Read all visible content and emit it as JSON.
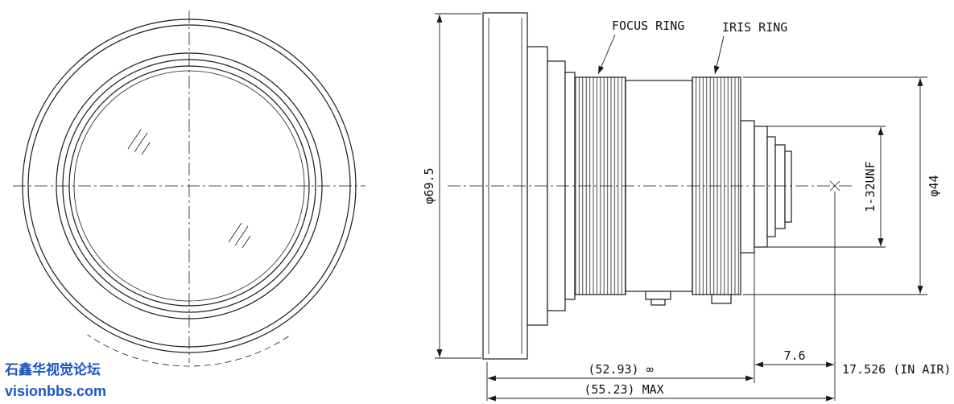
{
  "labels": {
    "focus_ring": "FOCUS RING",
    "iris_ring": "IRIS RING"
  },
  "dimensions": {
    "front_diameter": "φ69.5",
    "barrel_diameter": "φ44",
    "mount_thread": "1-32UNF",
    "rear_to_image": "7.6",
    "flange_focal_distance": "17.526 (IN AIR)",
    "length_at_infinity": "(52.93) ∞",
    "max_length": "(55.23) MAX"
  },
  "watermark": {
    "line1": "石鑫华视觉论坛",
    "line2": "visionbbs.com",
    "color": "#1c55c8"
  }
}
